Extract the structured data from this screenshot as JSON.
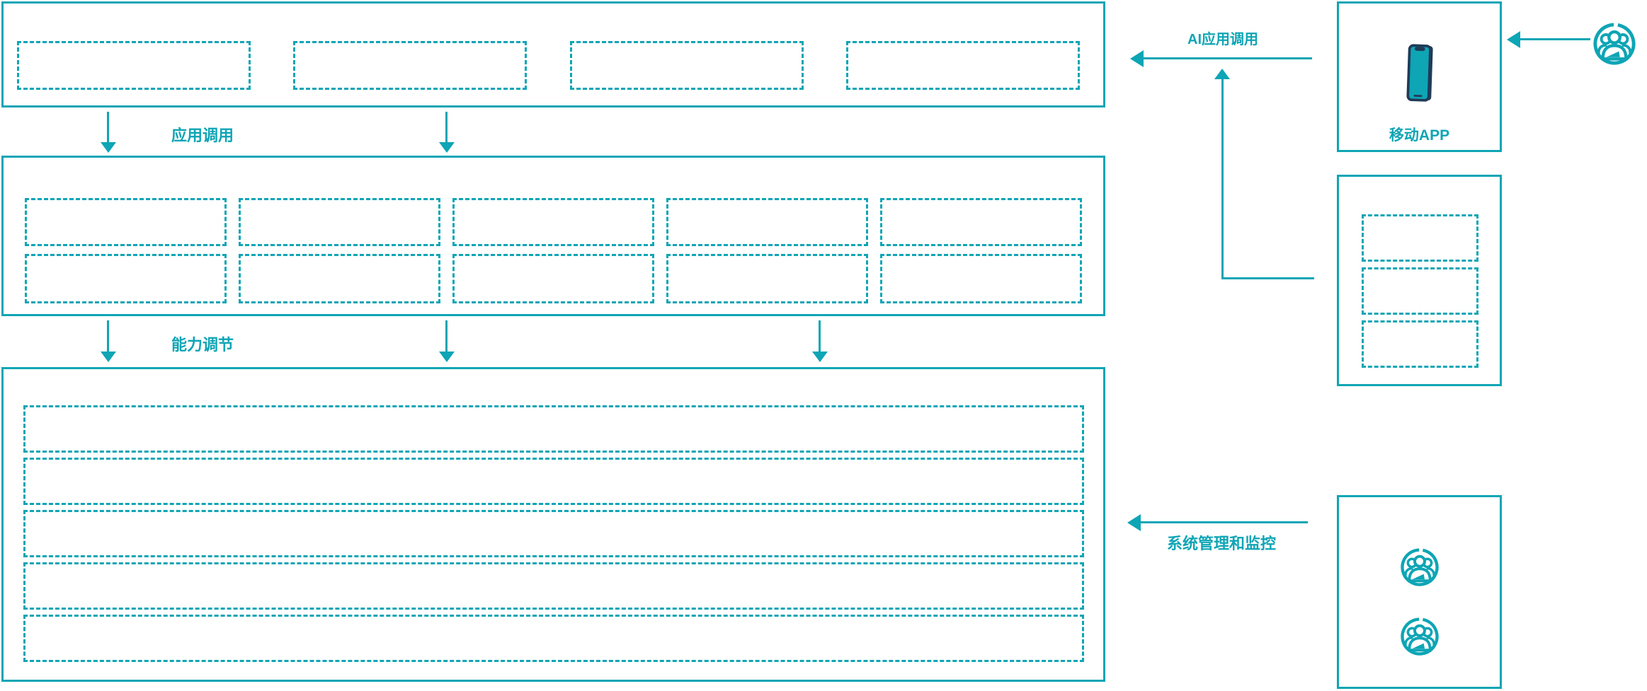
{
  "colors": {
    "accent": "#0EA5B5",
    "phone_frame": "#1F3B57"
  },
  "flow_labels": {
    "app_call": "应用调用",
    "capability_adjust": "能力调节",
    "ai_app_call": "AI应用调用",
    "system_mgmt": "系统管理和监控"
  },
  "layers": {
    "top": {
      "slots": 4
    },
    "middle": {
      "cols": 5,
      "rows": 2
    },
    "bottom": {
      "rows": 5
    }
  },
  "right_panel": {
    "mobile_app": {
      "label": "移动APP",
      "icon": "smartphone-icon"
    },
    "service_box": {
      "slots": 3
    },
    "ops_box": {
      "icons": [
        "users-group-icon",
        "users-group-icon"
      ]
    },
    "end_user_icon": "users-group-icon"
  }
}
